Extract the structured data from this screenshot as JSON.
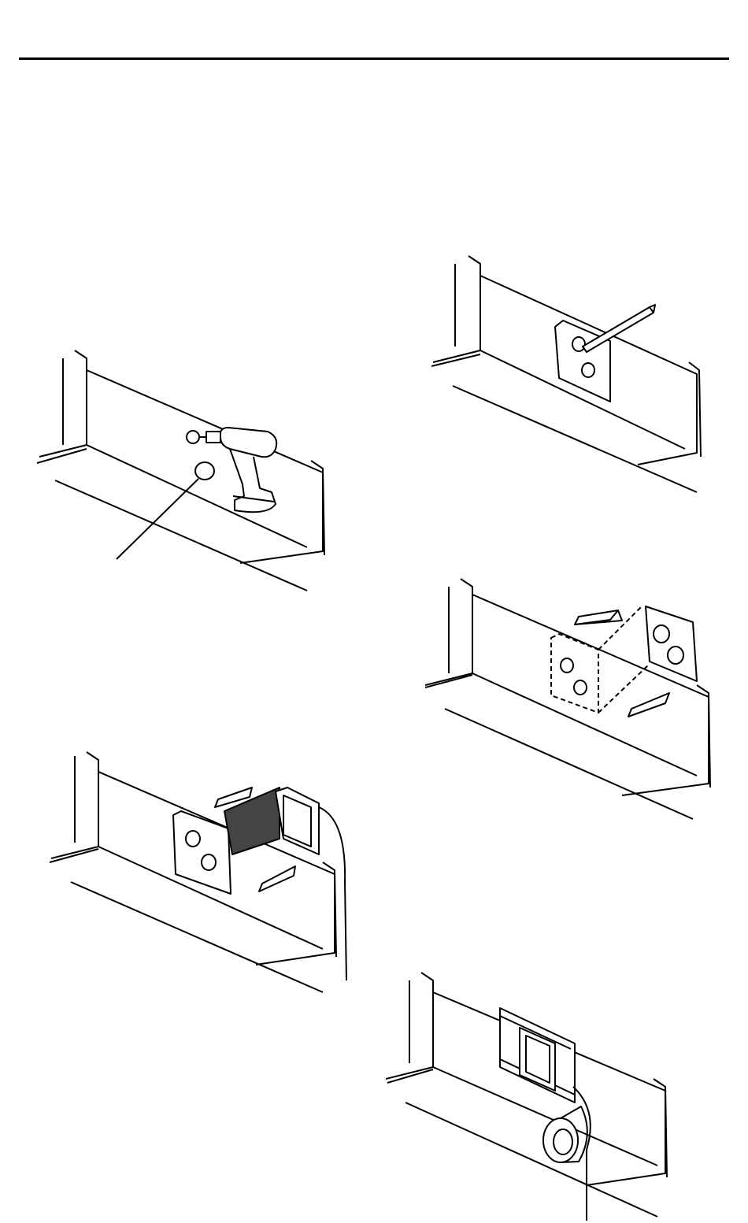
{
  "page": {
    "header_rule": true
  },
  "figures": [
    {
      "id": "drill-hole",
      "icon": "drill-icon"
    },
    {
      "id": "mark-template",
      "icon": "pencil-icon"
    },
    {
      "id": "mount-plate",
      "icon": "arrow-icon"
    },
    {
      "id": "attach-box",
      "icon": "junction-box-icon"
    },
    {
      "id": "tape-seal",
      "icon": "tape-roll-icon"
    }
  ],
  "colors": {
    "ink": "#000000",
    "paper": "#ffffff",
    "shade": "#555555"
  }
}
